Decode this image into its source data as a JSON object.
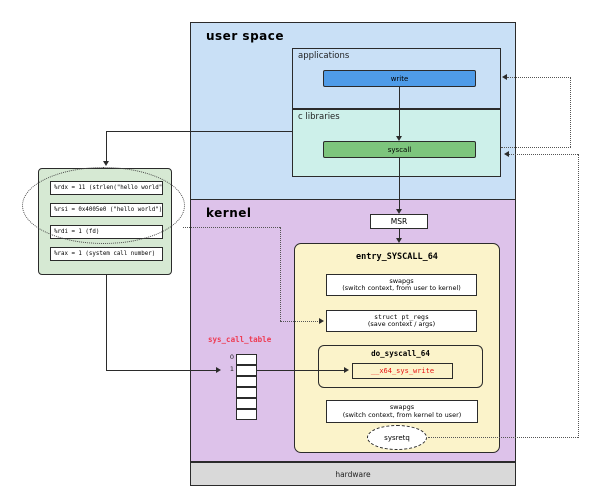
{
  "diagram": {
    "title_context": "linux write syscall flow diagram",
    "user_space": {
      "label": "user space",
      "applications": {
        "label": "applications",
        "write_label": "write"
      },
      "c_libraries": {
        "label": "c libraries",
        "syscall_label": "syscall"
      }
    },
    "kernel": {
      "label": "kernel",
      "msr_label": "MSR",
      "entry": {
        "title": "entry_SYSCALL_64",
        "swapgs_enter_line1": "swapgs",
        "swapgs_enter_line2": "(switch context, from user to kernel)",
        "pt_regs_line1": "struct pt_regs",
        "pt_regs_line2": "(save context / args)",
        "do_syscall_title": "do_syscall_64",
        "handler_label": "__x64_sys_write",
        "swapgs_exit_line1": "swapgs",
        "swapgs_exit_line2": "(switch context, from kernel to user)",
        "sysretq_label": "sysretq"
      },
      "sys_call_table": {
        "label": "sys_call_table",
        "index0": "0",
        "index1": "1",
        "row_count": 6
      }
    },
    "hardware_label": "hardware",
    "registers": {
      "rows": [
        "%rdx = 11 (strlen(\"hello world\"))",
        "%rsi = 0x4005e0 (\"hello world\")",
        "%rdi = 1 (fd)",
        "%rax = 1 (system call number)"
      ]
    },
    "colors": {
      "user_space_bg": "#c9e0f6",
      "c_libraries_bg": "#cdf0ea",
      "write_btn": "#4f9ce8",
      "syscall_btn": "#7dc57d",
      "kernel_bg": "#ddc2ea",
      "entry_bg": "#fbf3ca",
      "registers_bg": "#d6e9d3",
      "hardware_bg": "#d9d9d9",
      "accent_red": "#ee3b52"
    }
  }
}
